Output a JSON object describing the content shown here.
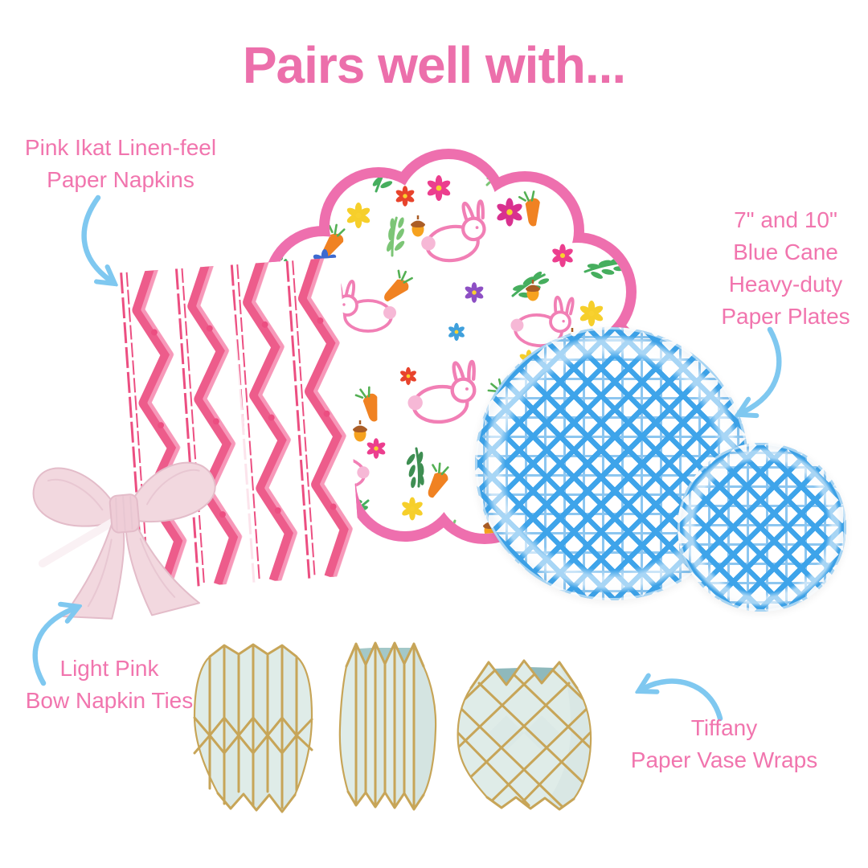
{
  "title": "Pairs well with...",
  "products": {
    "napkins": {
      "label_lines": [
        "Pink Ikat Linen-feel",
        "Paper Napkins"
      ]
    },
    "plates": {
      "label_lines": [
        "7\" and 10\"",
        "Blue Cane",
        "Heavy-duty",
        "Paper Plates"
      ]
    },
    "bow_ties": {
      "label_lines": [
        "Light Pink",
        "Bow Napkin Ties"
      ]
    },
    "vase_wraps": {
      "label_lines": [
        "Tiffany",
        "Paper Vase Wraps"
      ]
    }
  },
  "icons": {
    "napkins_arrow": "curved-arrow-icon",
    "plates_arrow": "curved-arrow-icon",
    "bow_arrow": "curved-arrow-icon",
    "vases_arrow": "curved-arrow-icon"
  },
  "colors": {
    "title_pink": "#EC6FAB",
    "label_pink": "#F175AE",
    "arrow_blue": "#7FC8F0",
    "ikat_pink": "#EC4E81",
    "placemat_border_pink": "#EE6FAE",
    "bunny_outline_pink": "#F17FB5",
    "cane_blue": "#3EA4EA",
    "vase_mint": "#DFECE8",
    "vase_gold": "#C7A558",
    "bow_pink": "#F2D8DF"
  }
}
